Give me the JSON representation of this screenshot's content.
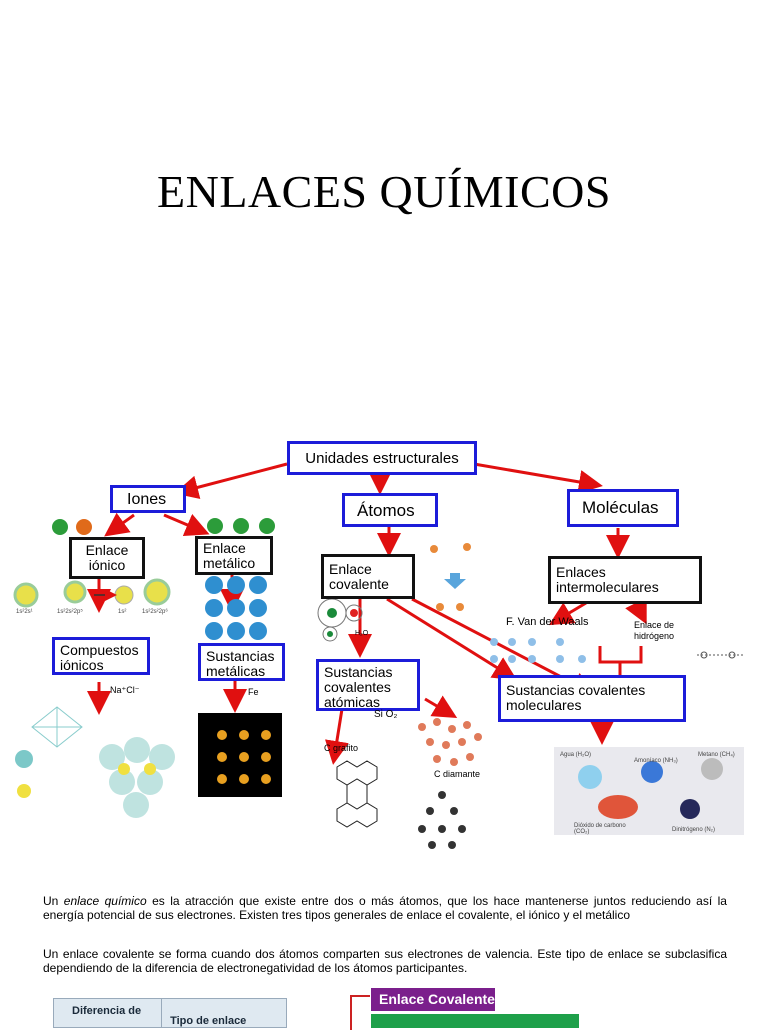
{
  "title": "ENLACES QUÍMICOS",
  "map": {
    "root": "Unidades estructurales",
    "iones": "Iones",
    "atomos": "Átomos",
    "moleculas": "Moléculas",
    "enlace_ionico": "Enlace iónico",
    "enlace_metalico": "Enlace metálico",
    "enlace_covalente": "Enlace covalente",
    "enlaces_intermoleculares": "Enlaces intermoleculares",
    "compuestos_ionicos": "Compuestos iónicos",
    "sustancias_metalicas": "Sustancias metálicas",
    "sust_cov_atomicas": "Sustancias covalentes atómicas",
    "sust_cov_moleculares": "Sustancias covalentes moleculares",
    "van_der_waals": "F. Van der Waals",
    "enlace_hidrogeno": "Enlace de hidrógeno",
    "nacl": "Na⁺Cl⁻",
    "fe": "Fe",
    "sio2": "Si O₂",
    "c_grafito": "C grafito",
    "c_diamante": "C diamante",
    "h2o": "H₂O",
    "agua": "Agua (H₂O)",
    "amoniaco": "Amoníaco (NH₃)",
    "metano": "Metano (CH₄)",
    "dioxido": "Dióxido de carbono (CO₂)",
    "dinitrogeno": "Dinitrógeno (N₂)",
    "li_config": "1s²2s¹",
    "f_config": "1s²2s²2p⁵",
    "li_ion_config": "1s²",
    "f_ion_config": "1s²2s²2p⁶"
  },
  "paragraph1": {
    "lead": "Un ",
    "term": "enlace químico",
    "rest": " es la atracción que existe entre dos o más átomos, que los hace mantenerse juntos reduciendo así la energía potencial de sus electrones. Existen tres tipos generales de enlace el covalente, el iónico y el metálico"
  },
  "paragraph2": "Un enlace covalente se forma cuando dos átomos comparten sus electrones de valencia. Este tipo de enlace se subclasifica dependiendo de la diferencia de electronegatividad de los átomos participantes.",
  "table": {
    "col1": "Diferencia de",
    "col2": "Tipo de enlace"
  },
  "legend": {
    "covalente": "Enlace Covalente"
  }
}
